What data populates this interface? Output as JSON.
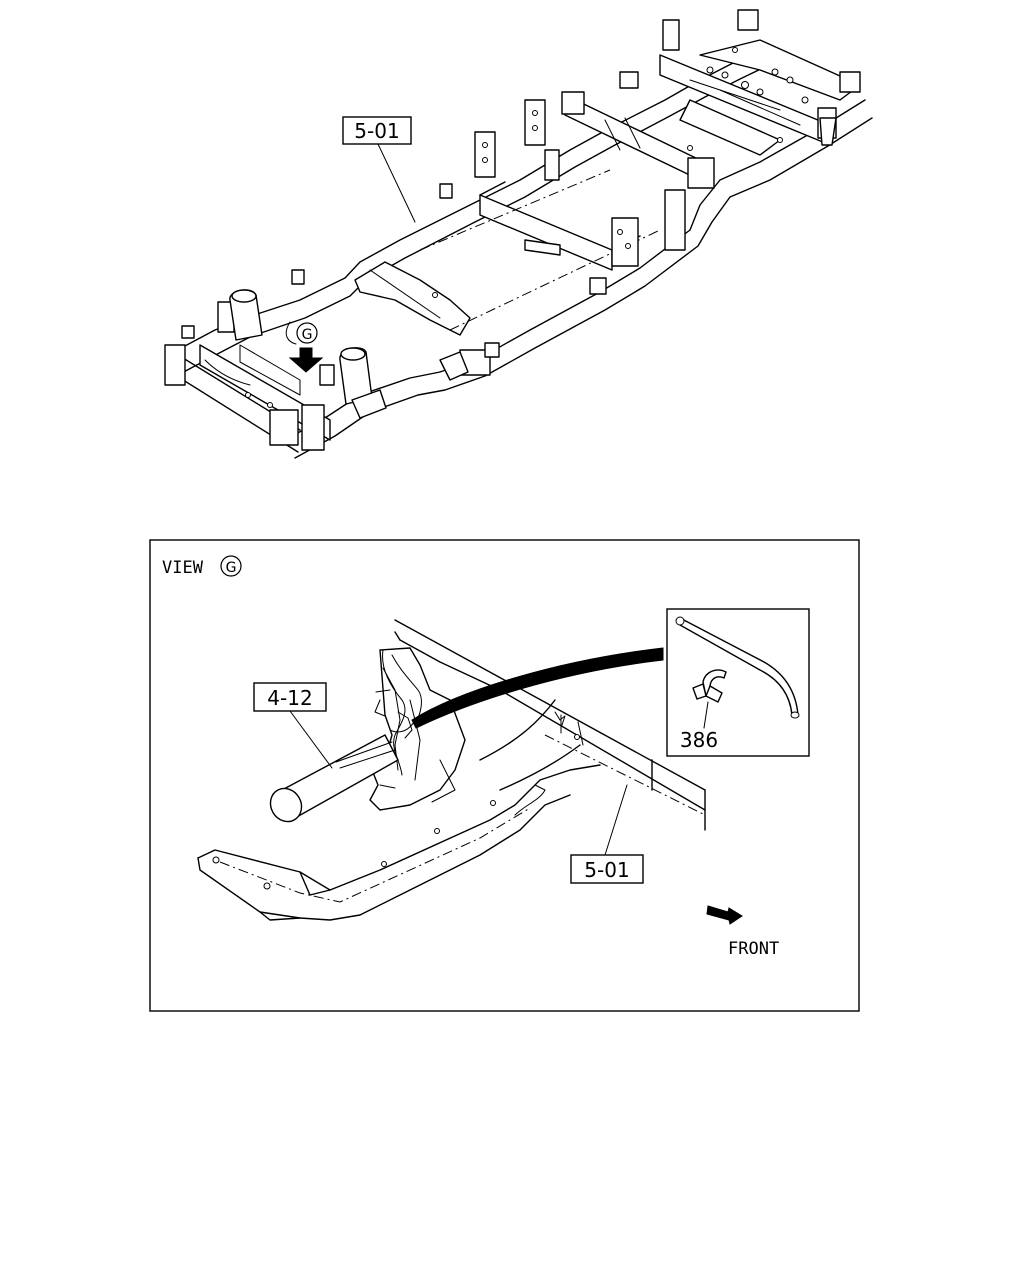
{
  "top_figure": {
    "callout_frame": "5-01",
    "view_marker": "G"
  },
  "view_panel": {
    "title_prefix": "VIEW",
    "title_marker": "G",
    "callout_tube": "4-12",
    "callout_frame": "5-01",
    "callout_clip": "386",
    "direction_label": "FRONT"
  }
}
